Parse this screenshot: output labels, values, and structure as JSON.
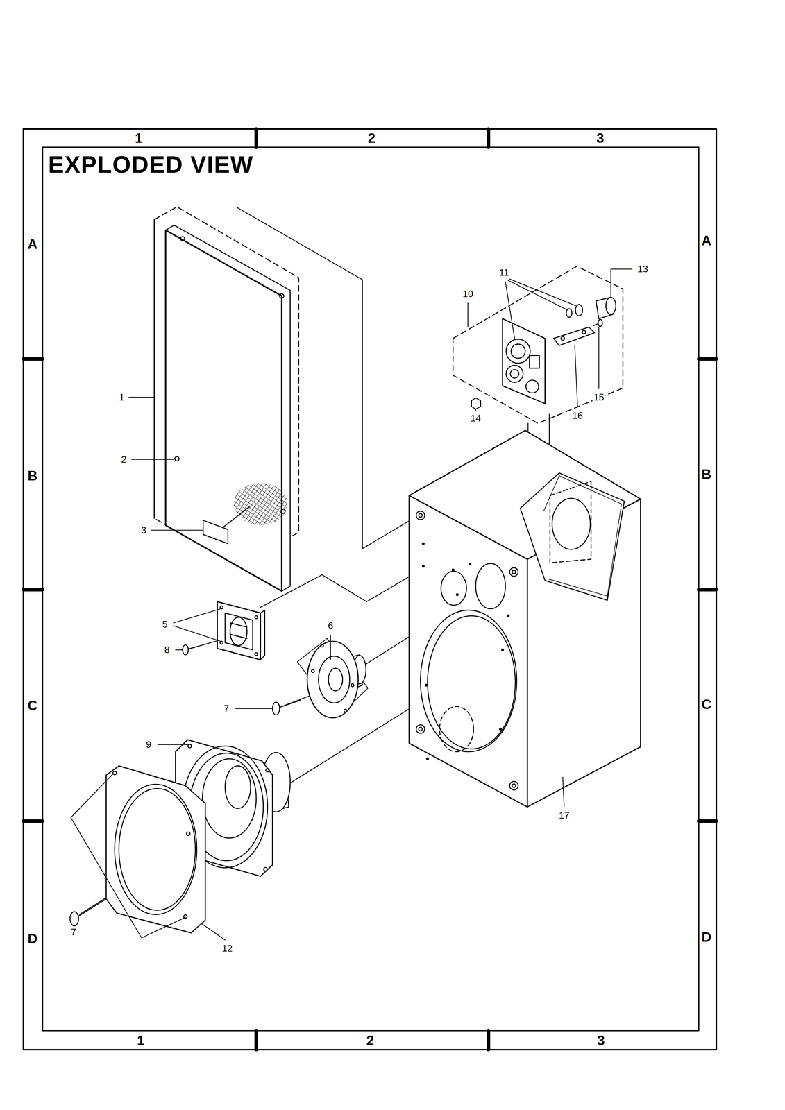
{
  "diagram": {
    "title": "EXPLODED VIEW",
    "labels": [
      "1",
      "2",
      "3",
      "A",
      "B",
      "C",
      "D",
      "A",
      "B",
      "C",
      "D",
      "11",
      "13",
      "10",
      "1",
      "15",
      "14",
      "16",
      "2",
      "3",
      "5",
      "6",
      "8",
      "7",
      "9",
      "17",
      "7",
      "12",
      "1",
      "2",
      "3"
    ]
  }
}
